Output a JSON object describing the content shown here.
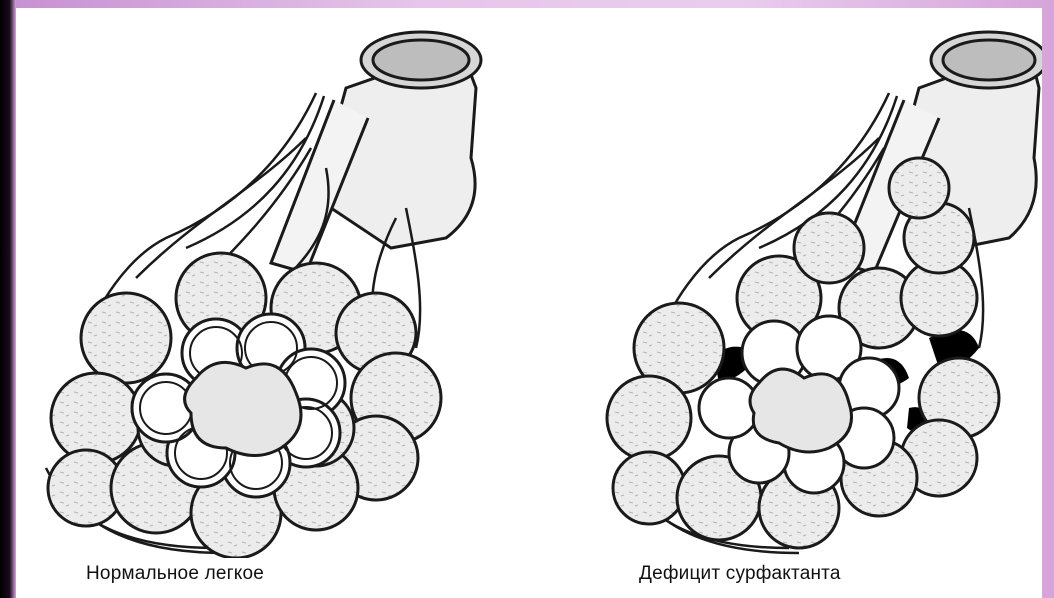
{
  "figure": {
    "panels": [
      {
        "id": "normal",
        "caption": "Нормальное легкое"
      },
      {
        "id": "deficit",
        "caption": "Дефицит сурфактанта"
      }
    ],
    "colors": {
      "background_frame": "#d9a3dd",
      "canvas": "#ffffff",
      "outline": "#1a1a1a",
      "tissue_fill": "#e8e8e8",
      "collapsed_fill": "#000000"
    },
    "icons": [
      "bronchiole-tube",
      "alveoli-cluster",
      "blood-vessel-network"
    ]
  }
}
